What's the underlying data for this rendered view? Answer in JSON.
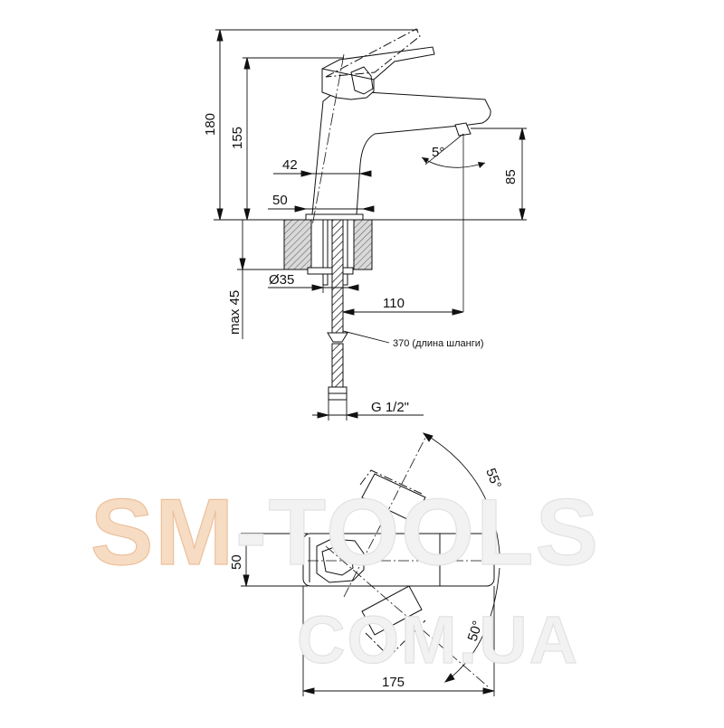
{
  "dimensions": {
    "height_total": "180",
    "height_body": "155",
    "body_width_top": "42",
    "base_width": "50",
    "spout_height": "85",
    "spout_angle": "5°",
    "hole_diameter": "Ø35",
    "max_thickness": "max 45",
    "spout_reach": "110",
    "hose_length": "370 (длина шланги)",
    "connection": "G 1/2\"",
    "plan_width": "50",
    "plan_length": "175",
    "lever_angle_top": "55°",
    "lever_angle_bottom": "50°"
  },
  "watermark": {
    "brand": "SM",
    "brand_rest": "-TOOLS",
    "domain": "COM.UA",
    "accent_color": "#f7dcc4"
  },
  "colors": {
    "line": "#111111",
    "hatch_fill": "#cfcfcf",
    "watermark": "#f2f2f2"
  }
}
